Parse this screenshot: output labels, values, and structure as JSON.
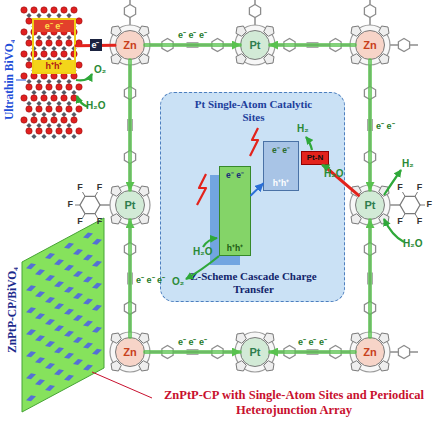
{
  "diagram": {
    "nodes": [
      {
        "text": [
          "e⁻ e⁻",
          "h⁺h⁺"
        ]
      },
      {
        "text": [
          "Zn"
        ]
      },
      {
        "text": [
          "Pt"
        ]
      },
      {
        "text": [
          "Zn"
        ]
      },
      {
        "text": [
          "Pt Single-Atom Catalytic Sites",
          "Z-Scheme Cascade Charge Transfer"
        ]
      },
      {
        "text": [
          "e⁻ e⁻",
          "h⁺h⁺"
        ],
        "in": 4
      },
      {
        "text": [
          "e⁻ e⁻",
          "h⁺h⁺"
        ],
        "in": 4
      },
      {
        "text": [
          "Pt-N"
        ],
        "in": 4
      },
      {
        "text": [
          "Pt"
        ]
      },
      {
        "text": [
          "Pt"
        ]
      },
      {
        "text": [
          "Zn"
        ]
      },
      {
        "text": [
          "Pt"
        ]
      },
      {
        "text": [
          "Zn"
        ]
      }
    ],
    "edges": [
      {
        "from": 0,
        "to": 1,
        "label": "e⁻",
        "arrow": "none"
      },
      {
        "from": 1,
        "to": 2,
        "label": "e⁻ e⁻ e⁻",
        "arrow": "to"
      },
      {
        "from": 3,
        "to": 2,
        "arrow": "to"
      },
      {
        "from": 1,
        "to": 8,
        "arrow": "to"
      },
      {
        "from": 3,
        "to": 9,
        "label": "e⁻ e⁻",
        "arrow": "to"
      },
      {
        "from": 10,
        "to": 8,
        "label": "e⁻ e⁻ e⁻",
        "arrow": "to"
      },
      {
        "from": 12,
        "to": 9,
        "arrow": "to"
      },
      {
        "from": 10,
        "to": 11,
        "label": "e⁻ e⁻ e⁻",
        "arrow": "to"
      },
      {
        "from": 12,
        "to": 11,
        "label": "e⁻ e⁻ e⁻",
        "arrow": "to"
      },
      {
        "from": 7,
        "to": 9,
        "arrow": "none"
      },
      {
        "from": 5,
        "to": 6,
        "arrow": "to"
      }
    ],
    "labels": [
      "Ultrathin BiVO₄",
      "ZnPtP-CP/BiVO₄",
      "ZnPtP-CP with Single-Atom Sites and Periodical Heterojunction Array",
      "O₂",
      "H₂O",
      "H₂",
      "H₂O",
      "H₂O",
      "O₂",
      "H₂",
      "H₂O",
      "F",
      "F",
      "F",
      "F",
      "F",
      "F",
      "F",
      "F",
      "F",
      "F"
    ]
  }
}
